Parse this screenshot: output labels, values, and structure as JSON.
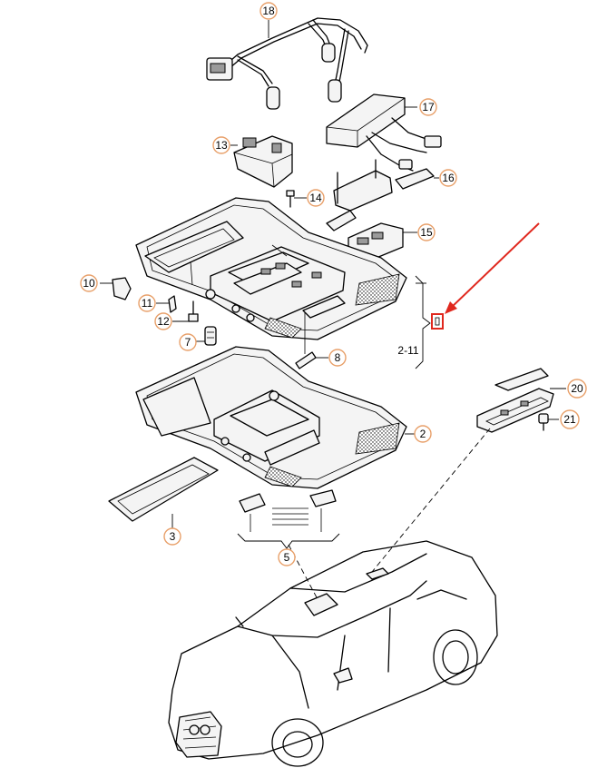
{
  "callouts": [
    {
      "id": "18",
      "label": "18"
    },
    {
      "id": "17",
      "label": "17"
    },
    {
      "id": "13",
      "label": "13"
    },
    {
      "id": "16",
      "label": "16"
    },
    {
      "id": "14",
      "label": "14"
    },
    {
      "id": "15",
      "label": "15"
    },
    {
      "id": "10",
      "label": "10"
    },
    {
      "id": "11",
      "label": "11"
    },
    {
      "id": "12",
      "label": "12"
    },
    {
      "id": "7",
      "label": "7"
    },
    {
      "id": "8",
      "label": "8"
    },
    {
      "id": "2",
      "label": "2"
    },
    {
      "id": "20",
      "label": "20"
    },
    {
      "id": "21",
      "label": "21"
    },
    {
      "id": "3",
      "label": "3"
    },
    {
      "id": "5",
      "label": "5"
    }
  ],
  "range_label": "2-11",
  "colors": {
    "callout_border": "#e8a06a",
    "arrow": "#e0281e",
    "highlight_box": "#e0281e",
    "line": "#000000"
  }
}
